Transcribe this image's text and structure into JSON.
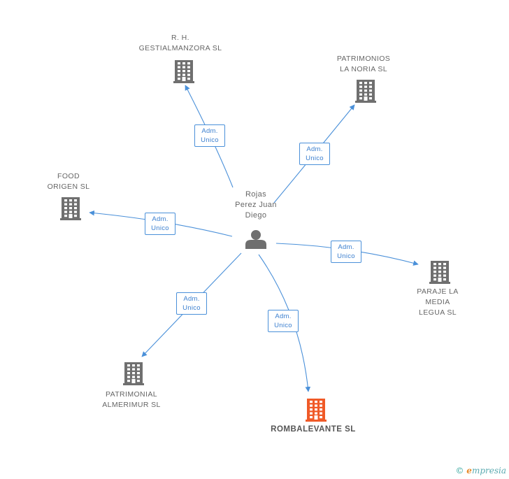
{
  "center": {
    "lines": [
      "Rojas",
      "Perez Juan",
      "Diego"
    ]
  },
  "nodes": [
    {
      "id": "rh",
      "lines": [
        "R. H.",
        "GESTIALMANZORA SL"
      ],
      "highlight": false
    },
    {
      "id": "noria",
      "lines": [
        "PATRIMONIOS",
        "LA NORIA SL"
      ],
      "highlight": false
    },
    {
      "id": "food",
      "lines": [
        "FOOD",
        "ORIGEN  SL"
      ],
      "highlight": false
    },
    {
      "id": "paraje",
      "lines": [
        "PARAJE LA",
        "MEDIA",
        "LEGUA  SL"
      ],
      "highlight": false
    },
    {
      "id": "almerimur",
      "lines": [
        "PATRIMONIAL",
        "ALMERIMUR  SL"
      ],
      "highlight": false
    },
    {
      "id": "rombalevante",
      "lines": [
        "ROMBALEVANTE SL"
      ],
      "highlight": true
    }
  ],
  "edge_label": [
    "Adm.",
    "Unico"
  ],
  "colors": {
    "edge": "#4a90d9",
    "building": "#6f6f6f",
    "highlight": "#f05a28",
    "person": "#6f6f6f"
  },
  "footer": {
    "symbol": "©",
    "brand_initial": "e",
    "brand_rest": "mpresia"
  }
}
